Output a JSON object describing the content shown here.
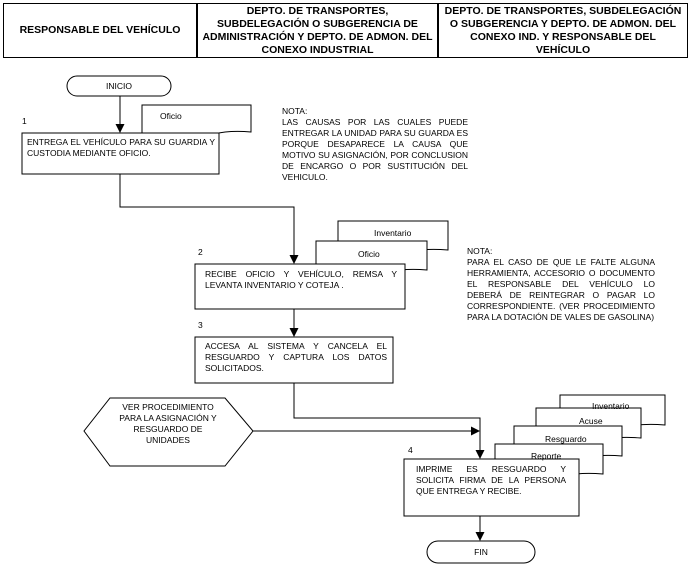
{
  "header": {
    "col1": "RESPONSABLE DEL VEHÍCULO",
    "col2": "DEPTO. DE TRANSPORTES, SUBDELEGACIÓN O SUBGERENCIA DE ADMINISTRACIÓN Y DEPTO. DE ADMON. DEL CONEXO INDUSTRIAL",
    "col3": "DEPTO. DE TRANSPORTES, SUBDELEGACIÓN O SUBGERENCIA Y DEPTO. DE ADMON. DEL CONEXO IND. Y RESPONSABLE DEL VEHÍCULO"
  },
  "start": "INICIO",
  "end": "FIN",
  "steps": [
    {
      "num": "1",
      "text": "ENTREGA EL VEHÍCULO PARA SU GUARDIA Y CUSTODIA MEDIANTE OFICIO."
    },
    {
      "num": "2",
      "text": "RECIBE OFICIO Y VEHÍCULO, REMSA Y LEVANTA INVENTARIO Y COTEJA ."
    },
    {
      "num": "3",
      "text": "ACCESA AL SISTEMA  Y CANCELA EL RESGUARDO Y CAPTURA LOS DATOS SOLICITADOS."
    },
    {
      "num": "4",
      "text": "IMPRIME ES RESGUARDO Y SOLICITA FIRMA DE LA PERSONA QUE ENTREGA Y RECIBE."
    }
  ],
  "documents": {
    "step1": [
      "Oficio"
    ],
    "step2": [
      "Inventario",
      "Oficio"
    ],
    "step4": [
      "Inventario",
      "Acuse",
      "Resguardo",
      "Reporte"
    ]
  },
  "notes": [
    "NOTA:\nLAS CAUSAS POR LAS CUALES PUEDE ENTREGAR LA UNIDAD PARA SU GUARDA ES PORQUE DESAPARECE LA CAUSA QUE MOTIVO SU ASIGNACIÓN, POR CONCLUSION DE ENCARGO O POR SUSTITUCIÓN DEL VEHICULO.",
    "NOTA:\nPARA EL CASO DE QUE LE FALTE ALGUNA HERRAMIENTA, ACCESORIO O DOCUMENTO EL RESPONSABLE DEL VEHÍCULO LO DEBERÁ DE REINTEGRAR O PAGAR LO CORRESPONDIENTE. (VER PROCEDIMIENTO PARA LA DOTACIÓN DE VALES DE GASOLINA)"
  ],
  "reference": "VER PROCEDIMIENTO PARA LA ASIGNACIÓN Y RESGUARDO DE UNIDADES"
}
